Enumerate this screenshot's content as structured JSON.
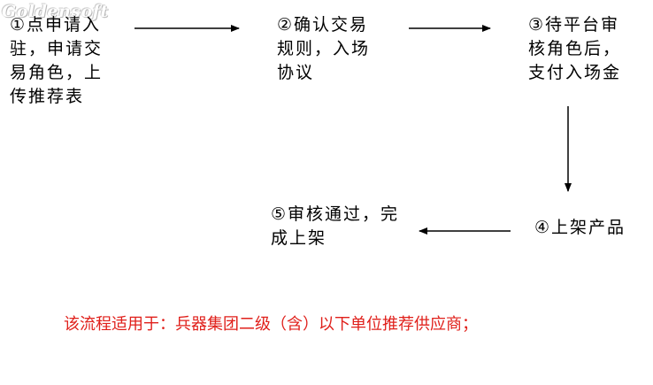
{
  "watermark": "Goldensoft",
  "steps": [
    {
      "id": "step1",
      "text": "①点申请入\n驻，申请交\n易角色，上\n传推荐表"
    },
    {
      "id": "step2",
      "text": "②确认交易\n规则，入场\n协议"
    },
    {
      "id": "step3",
      "text": "③待平台审\n核角色后，\n支付入场金"
    },
    {
      "id": "step4",
      "text": "④上架产品"
    },
    {
      "id": "step5",
      "text": "⑤审核通过，完\n成上架"
    }
  ],
  "note": {
    "text": "该流程适用于：兵器集团二级（含）以下单位推荐供应商；",
    "color": "#e0201b"
  },
  "colors": {
    "arrow": "#000000",
    "text": "#000000"
  }
}
